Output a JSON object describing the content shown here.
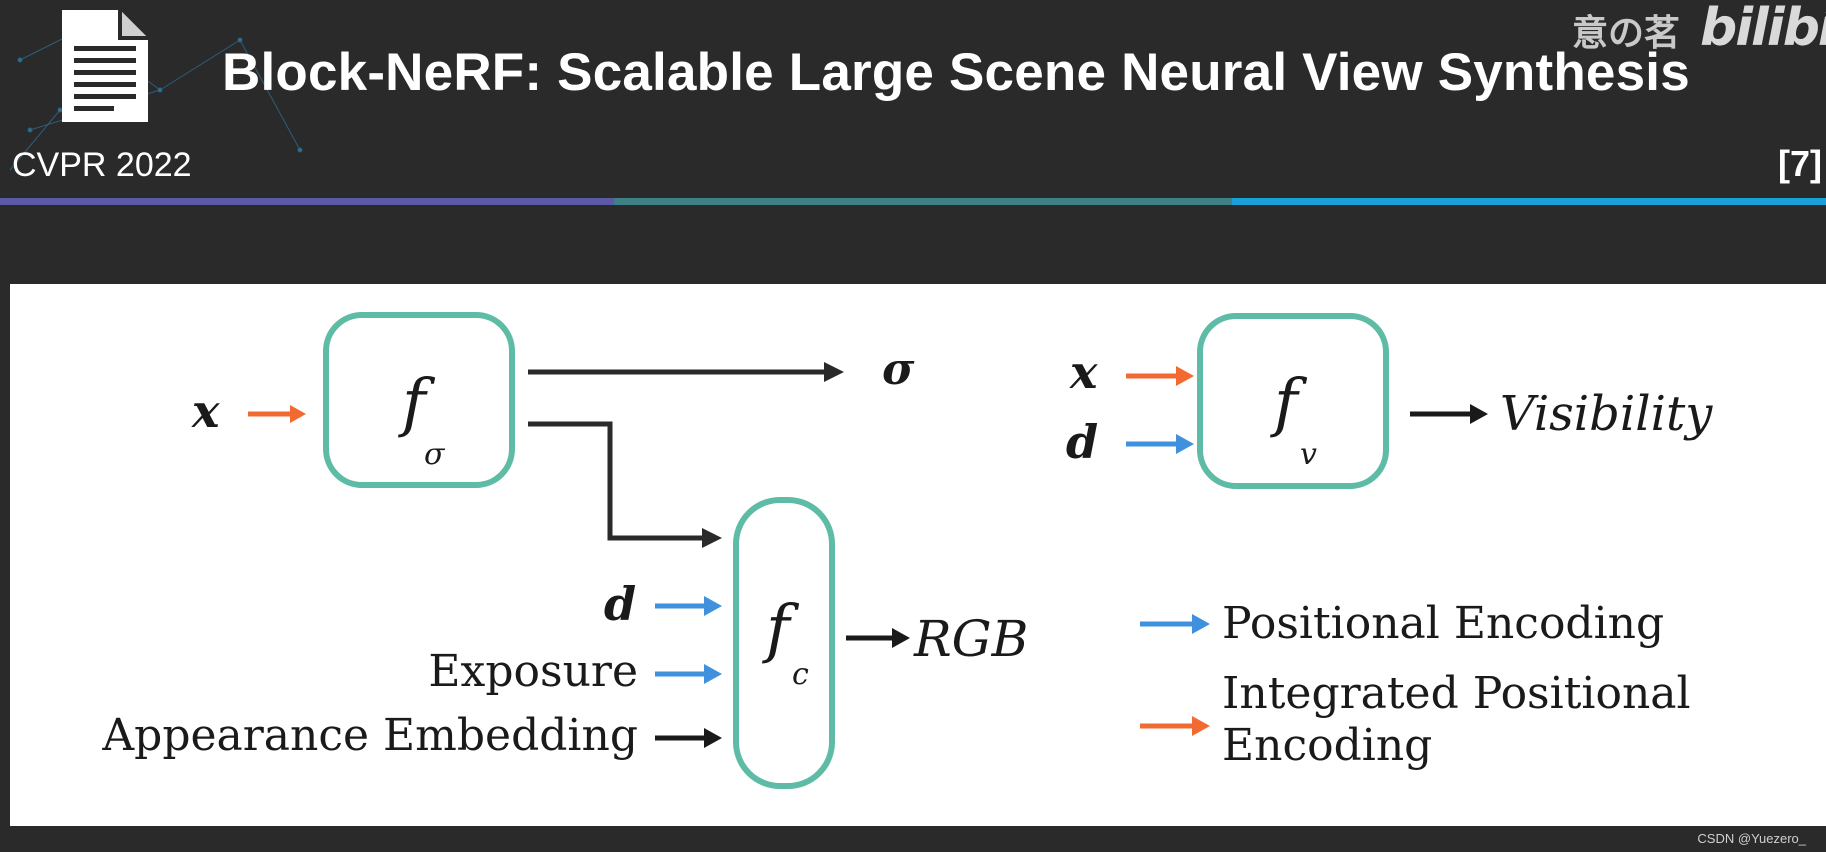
{
  "header": {
    "title": "Block-NeRF: Scalable Large Scene Neural View Synthesis",
    "venue": "CVPR 2022",
    "ref": "[7]",
    "watermark": "意の茗",
    "brand": "bilibili",
    "icon": "document-icon"
  },
  "diagram": {
    "colors": {
      "box": "#5dbba6",
      "orange_arrow": "#f26a32",
      "blue_arrow": "#3f91dd",
      "black_arrow": "#1a1a1a"
    },
    "density_net": {
      "input": "x",
      "func": "f",
      "sub": "σ",
      "output": "σ"
    },
    "color_net": {
      "inputs": [
        "d",
        "Exposure",
        "Appearance Embedding"
      ],
      "func": "f",
      "sub": "c",
      "output": "RGB"
    },
    "visibility_net": {
      "inputs": [
        "x",
        "d"
      ],
      "func": "f",
      "sub": "v",
      "output": "Visibility"
    },
    "legend": {
      "positional": "Positional Encoding",
      "integrated_line1": "Integrated Positional",
      "integrated_line2": "Encoding"
    }
  },
  "footer": "CSDN @Yuezero_"
}
